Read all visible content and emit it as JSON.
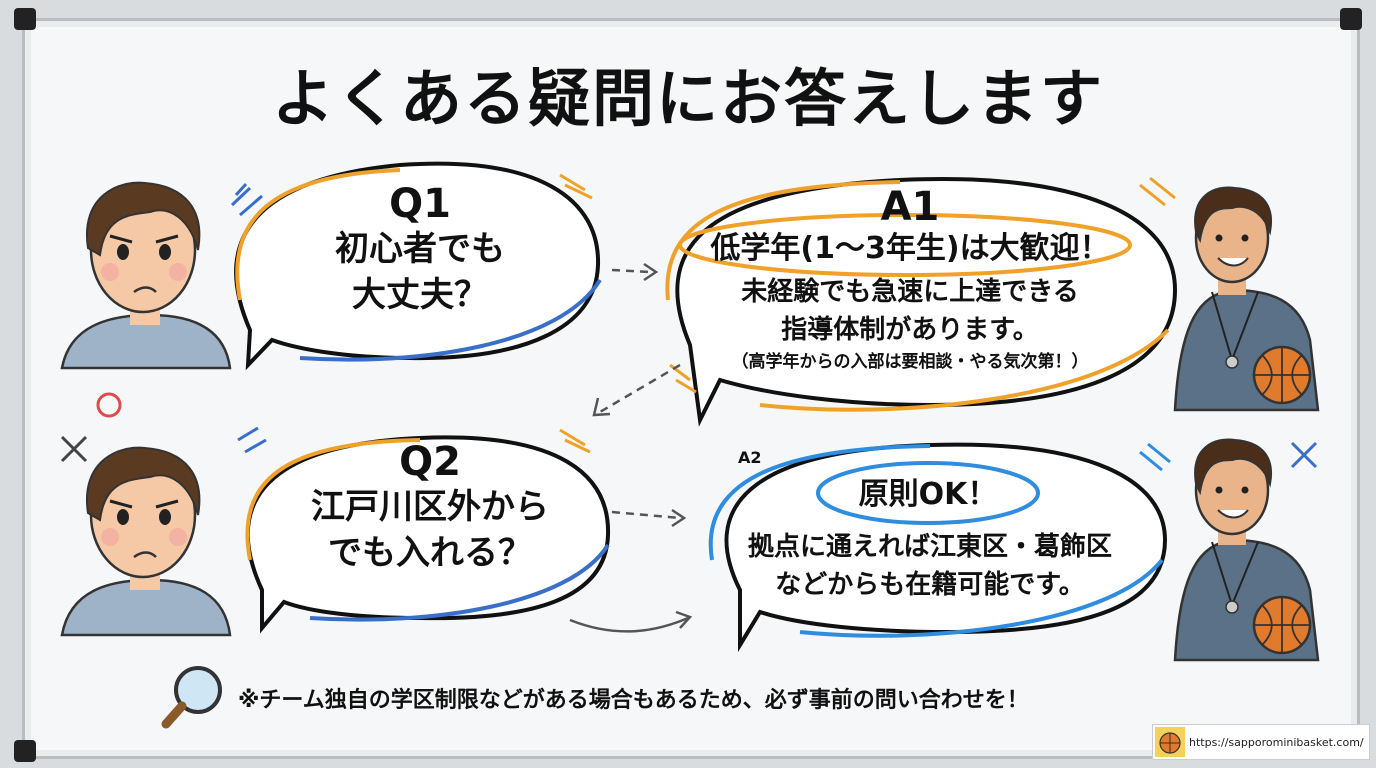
{
  "title": "よくある疑問にお答えします",
  "q1": {
    "label": "Q1",
    "line1": "初心者でも",
    "line2": "大丈夫？"
  },
  "a1": {
    "label": "A1",
    "highlight": "低学年(1～3年生)は大歓迎！",
    "line1": "未経験でも急速に上達できる",
    "line2": "指導体制があります。",
    "note": "（高学年からの入部は要相談・やる気次第！）"
  },
  "q2": {
    "label": "Q2",
    "line1": "江戸川区外から",
    "line2": "でも入れる？"
  },
  "a2": {
    "label": "A2",
    "highlight": "原則OK！",
    "line1": "拠点に通えれば江東区・葛飾区",
    "line2": "などからも在籍可能です。"
  },
  "footer_note": "※チーム独自の学区制限などがある場合もあるため、必ず事前の問い合わせを！",
  "url": "https://sapporominibasket.com/",
  "colors": {
    "orange": "#f0a12a",
    "blue": "#3a6fc9",
    "light_blue": "#2f8de0",
    "skin": "#f5c9a6",
    "hair": "#5b3a22"
  }
}
